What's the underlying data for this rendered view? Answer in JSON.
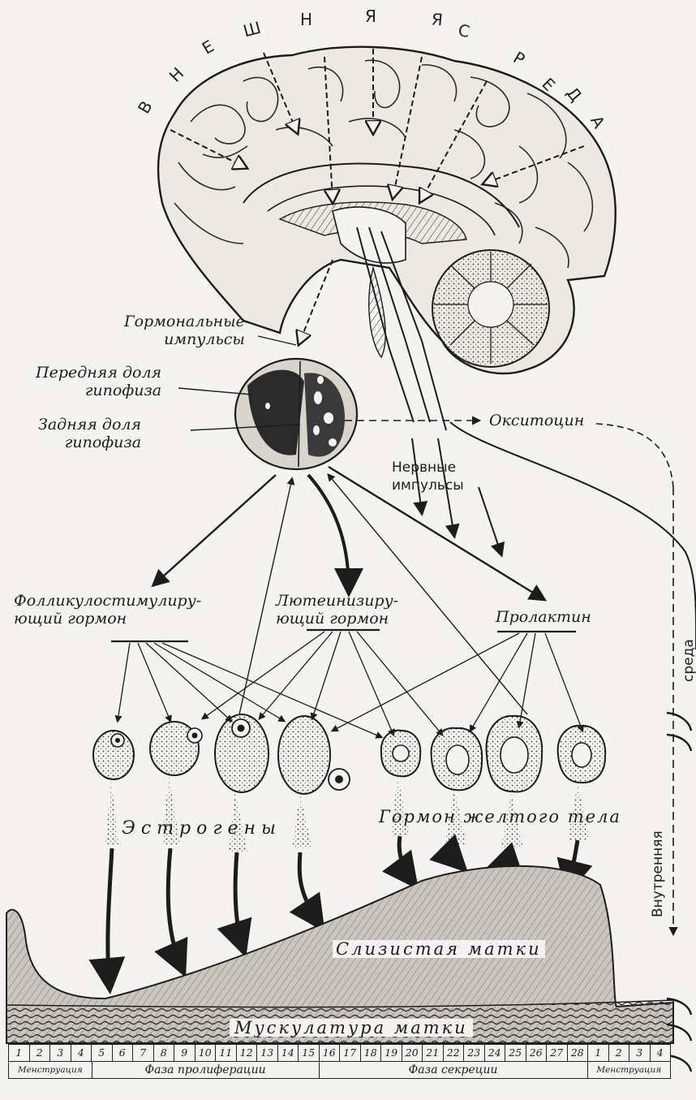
{
  "external_env_letters": [
    "В",
    "Н",
    "Е",
    "Ш",
    "Н",
    "Я",
    "Я",
    "С",
    "Р",
    "Е",
    "Д",
    "А"
  ],
  "labels": {
    "hormonal_impulses": "Гормональные\nимпульсы",
    "anterior_lobe": "Передняя доля\nгипофиза",
    "posterior_lobe": "Задняя доля\nгипофиза",
    "oxytocin": "Окситоцин",
    "nerve_impulses": "Нервные\nимпульсы",
    "fsh": "Фолликулостимулиру-\nющий гормон",
    "lh": "Лютеинизиру-\nющий гормон",
    "prolactin": "Пролактин",
    "estrogens": "Эстрогены",
    "corpus_luteum_hormone": "Гормон желтого тела",
    "endometrium": "Слизистая матки",
    "myometrium": "Мускулатура матки",
    "internal_env_1": "Внутренняя",
    "internal_env_2": "среда"
  },
  "cycle_days": [
    "1",
    "2",
    "3",
    "4",
    "5",
    "6",
    "7",
    "8",
    "9",
    "10",
    "11",
    "12",
    "13",
    "14",
    "15",
    "16",
    "17",
    "18",
    "19",
    "20",
    "21",
    "22",
    "23",
    "24",
    "25",
    "26",
    "27",
    "28",
    "1",
    "2",
    "3",
    "4"
  ],
  "phases": [
    {
      "label": "Менструация",
      "span": 4
    },
    {
      "label": "Фаза пролиферации",
      "span": 11
    },
    {
      "label": "Фаза секреции",
      "span": 13
    },
    {
      "label": "Менструация",
      "span": 4
    }
  ],
  "colors": {
    "ink": "#1c1c1c",
    "paper": "#f4f3ef",
    "tissue": "#c9c6bd"
  }
}
